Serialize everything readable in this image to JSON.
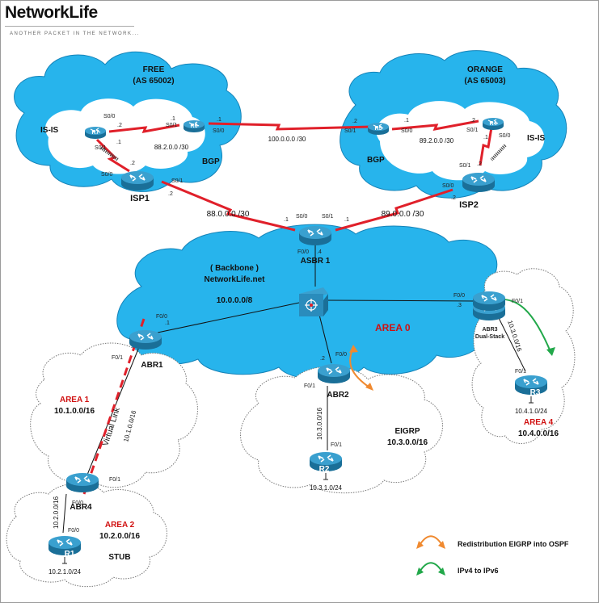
{
  "brand": {
    "title": "NetworkLife",
    "tagline": "ANOTHER PACKET IN THE NETWORK..."
  },
  "clouds": {
    "free": {
      "name": "FREE",
      "as": "(AS 65002)",
      "inner_protocol": "IS-IS",
      "outer_protocol": "BGP"
    },
    "orange": {
      "name": "ORANGE",
      "as": "(AS 65003)",
      "inner_protocol": "IS-IS",
      "outer_protocol": "BGP"
    },
    "backbone": {
      "name": "( Backbone )",
      "domain": "NetworkLife.net",
      "network": "10.0.0.0/8",
      "area": "AREA 0"
    },
    "area1": {
      "area": "AREA 1",
      "network": "10.1.0.0/16"
    },
    "area2": {
      "area": "AREA 2",
      "network": "10.2.0.0/16",
      "type": "STUB"
    },
    "area4": {
      "area": "AREA 4",
      "network": "10.4.0.0/16"
    },
    "eigrp": {
      "protocol": "EIGRP",
      "network": "10.3.0.0/16"
    }
  },
  "routers": {
    "r7": "R7",
    "r6": "R6",
    "isp1": "ISP1",
    "r5": "R5",
    "r4": "R4",
    "isp2": "ISP2",
    "asbr1": "ASBR 1",
    "abr1": "ABR1",
    "abr2": "ABR2",
    "abr3": "ABR3",
    "abr3_sub": "Dual-Stack",
    "abr4": "ABR4",
    "r1": "R1",
    "r2": "R2",
    "r3": "R3"
  },
  "links": {
    "r7_r6": "88.2.0.0 /30",
    "r6_r5": "100.0.0.0 /30",
    "r5_r4": "89.2.0.0 /30",
    "isp1_asbr1": "88.0.0.0 /30",
    "isp2_asbr1": "89.0.0.0 /30",
    "abr1_abr4": "10.1.0.0/16",
    "abr4_r1": "10.2.0.0/16",
    "abr2_r2": "10.3.0.0/16",
    "abr3_r3": "10.3.0.0/16",
    "virtual_link": "Virtual Link"
  },
  "lans": {
    "r1": "10.2.1.0/24",
    "r2": "10.3.1.0/24",
    "r3": "10.4.1.0/24"
  },
  "interfaces": {
    "r7_s00": "S0/0",
    "r7_s01": "S0/1",
    "r7_a": ".2",
    "r7_b": ".1",
    "r6_s01": "S0/1",
    "r6_s00": "S0/0",
    "r6_a": ".1",
    "r6_b": ".1",
    "isp1_s00": "S0/0",
    "isp1_s01": "S0/1",
    "isp1_a": ".2",
    "isp1_b": ".2",
    "r5_s01": "S0/1",
    "r5_s00": "S0/0",
    "r5_a": ".2",
    "r5_b": ".1",
    "r4_s01": "S0/1",
    "r4_s00": "S0/0",
    "r4_a": ".2",
    "r4_b": ".1",
    "isp2_s01": "S0/1",
    "isp2_s00": "S0/0",
    "isp2_a": ".2",
    "isp2_b": ".2",
    "asbr1_s00": "S0/0",
    "asbr1_s01": "S0/1",
    "asbr1_a": ".1",
    "asbr1_b": ".1",
    "asbr1_f00": "F0/0",
    "asbr1_c": ".4",
    "abr1_f00": "F0/0",
    "abr1_f01": "F0/1",
    "abr1_a": ".1",
    "abr2_f00": "F0/0",
    "abr2_f01": "F0/1",
    "abr2_a": ".2",
    "abr3_f00": "F0/0",
    "abr3_f01": "F0/1",
    "abr3_a": ".3",
    "abr4_f01": "F0/1",
    "abr4_f00": "F0/0",
    "r1_f00": "F0/0",
    "r2_f01": "F0/1",
    "r3_f01": "F0/1"
  },
  "legend": [
    {
      "label": "Redistribution EIGRP into OSPF",
      "color": "#f08a30"
    },
    {
      "label": "IPv4 to IPv6",
      "color": "#22a84a"
    }
  ],
  "colors": {
    "cloud": "#27b4ec",
    "router": "#2a8cbc",
    "serial": "#e0202a",
    "virtual": "#e0202a"
  }
}
